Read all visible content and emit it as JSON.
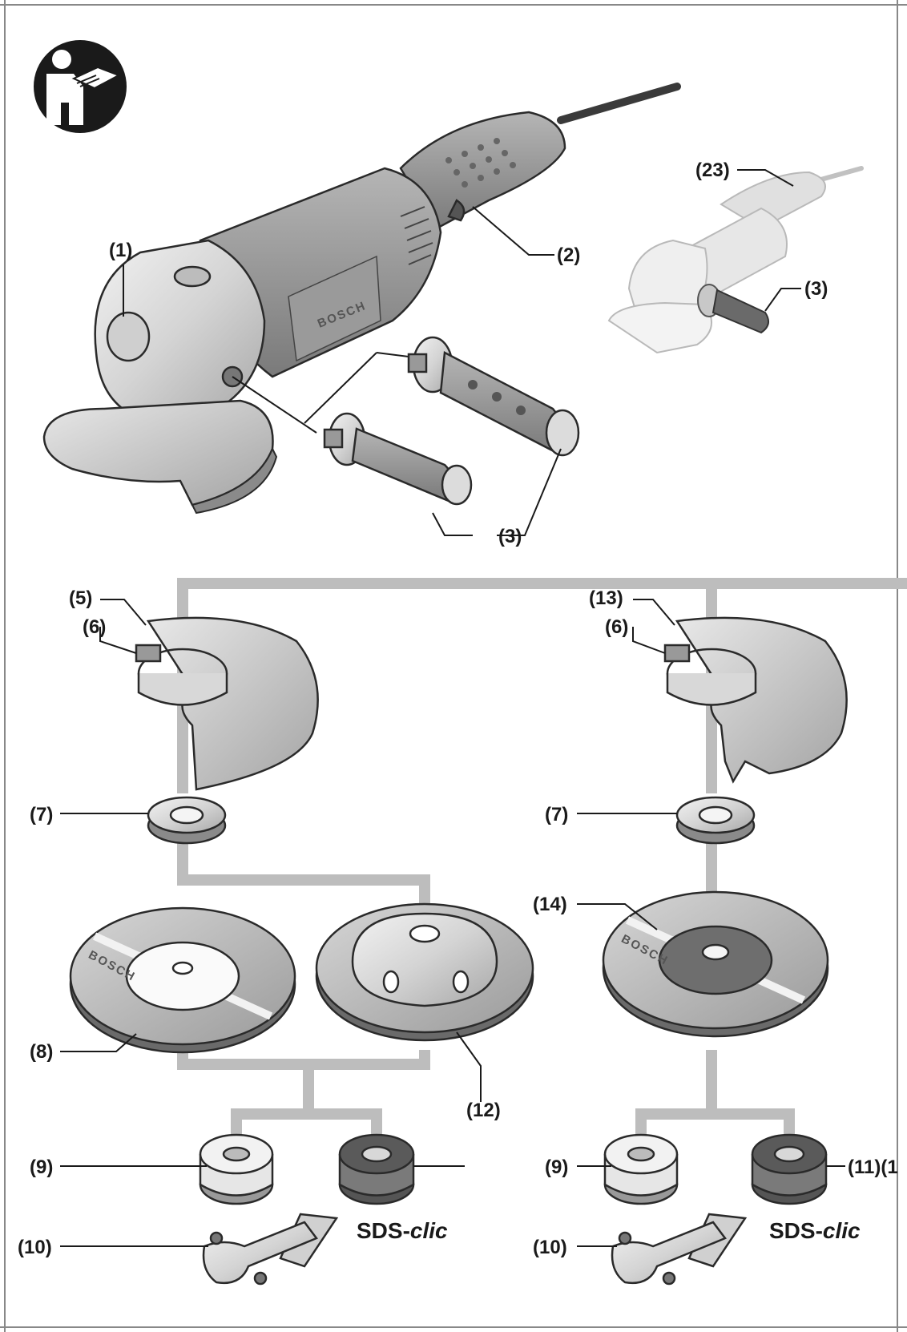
{
  "labels": {
    "l1": "(1)",
    "l2": "(2)",
    "l3a": "(3)",
    "l3b": "(3)",
    "l23": "(23)",
    "l5": "(5)",
    "l6a": "(6)",
    "l7a": "(7)",
    "l8": "(8)",
    "l12": "(12)",
    "l9a": "(9)",
    "l10a": "(10)",
    "l13": "(13)",
    "l6b": "(6)",
    "l7b": "(7)",
    "l14": "(14)",
    "l9b": "(9)",
    "l10b": "(10)",
    "l11": "(11)(1"
  },
  "sds": {
    "prefix": "SDS-",
    "suffix": "clic"
  },
  "brand": "BOSCH",
  "icons": {
    "manual": "read-manual-icon"
  }
}
